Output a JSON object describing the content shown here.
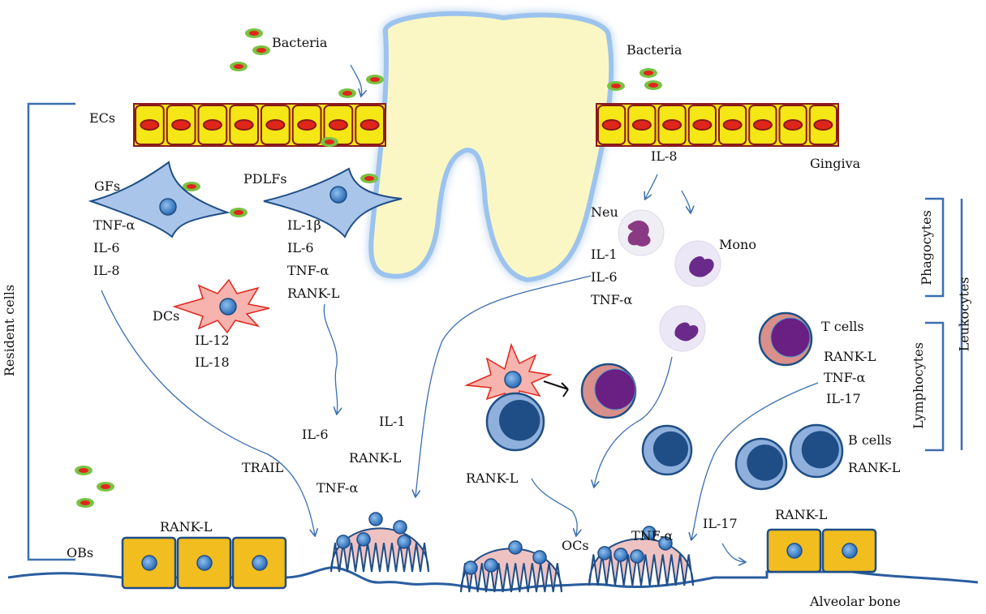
{
  "labels": {
    "bacteria_left": "Bacteria",
    "bacteria_right": "Bacteria",
    "ecs": "ECs",
    "gingiva": "Gingiva",
    "il8_top": "IL-8",
    "gfs": "GFs",
    "gfs_tnf": "TNF-α",
    "gfs_il6": "IL-6",
    "gfs_il8": "IL-8",
    "pdlfs": "PDLFs",
    "pdlfs_il1b": "IL-1β",
    "pdlfs_il6": "IL-6",
    "pdlfs_tnf": "TNF-α",
    "pdlfs_rankl": "RANK-L",
    "dcs": "DCs",
    "dcs_il12": "IL-12",
    "dcs_il18": "IL-18",
    "neu": "Neu",
    "neu_il1": "IL-1",
    "neu_il6": "IL-6",
    "neu_tnf": "TNF-α",
    "mono": "Mono",
    "tcells": "T cells",
    "t_rankl": "RANK-L",
    "t_tnf": "TNF-α",
    "t_il17": "IL-17",
    "bcells": "B cells",
    "b_rankl": "RANK-L",
    "mid_il6": "IL-6",
    "mid_il1": "IL-1",
    "mid_rankl": "RANK-L",
    "mid_trail": "TRAIL",
    "mid_tnf": "TNF-α",
    "rankl_center": "RANK-L",
    "ocs": "OCs",
    "tnf_right": "TNF-α",
    "il17_right": "IL-17",
    "rankl_right": "RANK-L",
    "obs": "OBs",
    "obs_rankl": "RANK-L",
    "alveolar_bone": "Alveolar bone",
    "resident_cells": "Resident cells",
    "phagocytes": "Phagocytes",
    "lymphocytes": "Lymphocytes",
    "leukocytes": "Leukocytes"
  },
  "colors": {
    "epithelial_fill": "#f5e616",
    "epithelial_stroke": "#8b1a1a",
    "arrow": "#3a6fb0",
    "bacteria_outer": "#7ac142",
    "bacteria_inner": "#e0261b",
    "tooth": "#fbf7c4",
    "tooth_glow": "#9cc3ee",
    "fibroblast": "#a9c6ea",
    "dc_fill": "#f7b3ad",
    "osteoclast": "#efc2c2",
    "osteoblast": "#f2bd1f",
    "lymph_outer": "#8fb0dc",
    "lymph_inner": "#1f4e86",
    "tcell_outer": "#d98f8a",
    "tcell_inner": "#6a1f82"
  }
}
